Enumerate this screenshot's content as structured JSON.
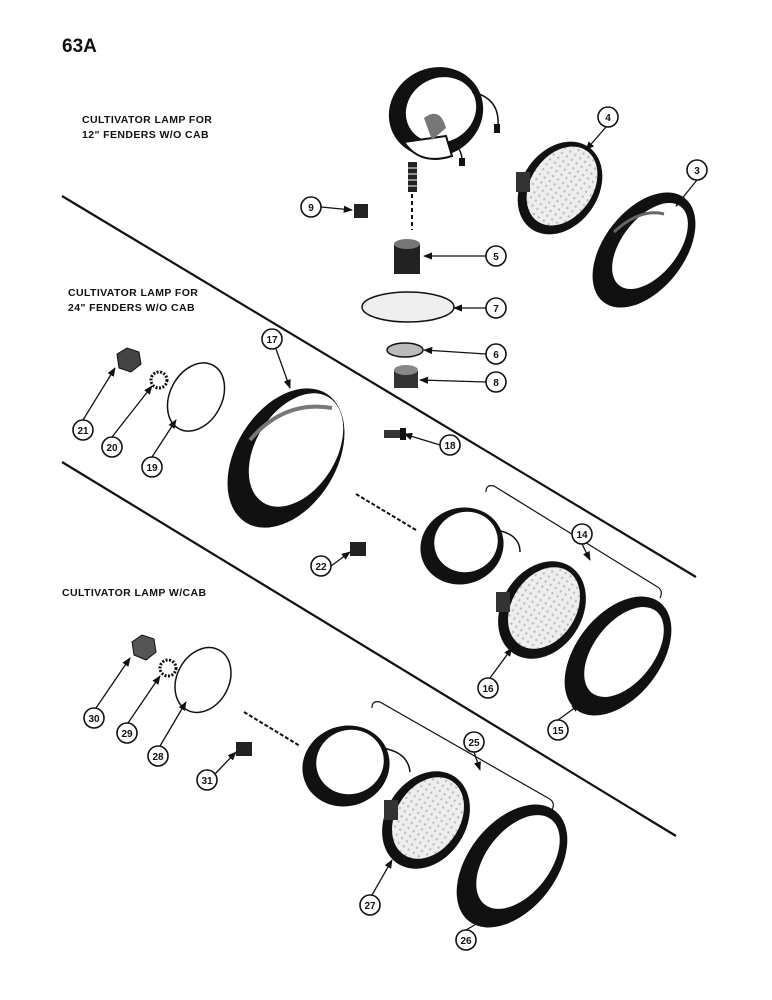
{
  "page_number": "63A",
  "sections": [
    {
      "id": "s1",
      "lines": [
        "CULTIVATOR LAMP FOR",
        "12\" FENDERS W/O CAB"
      ]
    },
    {
      "id": "s2",
      "lines": [
        "CULTIVATOR LAMP FOR",
        "24\" FENDERS W/O CAB"
      ]
    },
    {
      "id": "s3",
      "lines": [
        "CULTIVATOR LAMP W/CAB"
      ]
    }
  ],
  "callouts": [
    "3",
    "4",
    "5",
    "6",
    "7",
    "8",
    "9",
    "14",
    "15",
    "16",
    "17",
    "18",
    "19",
    "20",
    "21",
    "22",
    "25",
    "26",
    "27",
    "28",
    "29",
    "30",
    "31"
  ],
  "colors": {
    "ink": "#111111",
    "paper": "#ffffff",
    "lens": "#e6e6e6"
  }
}
